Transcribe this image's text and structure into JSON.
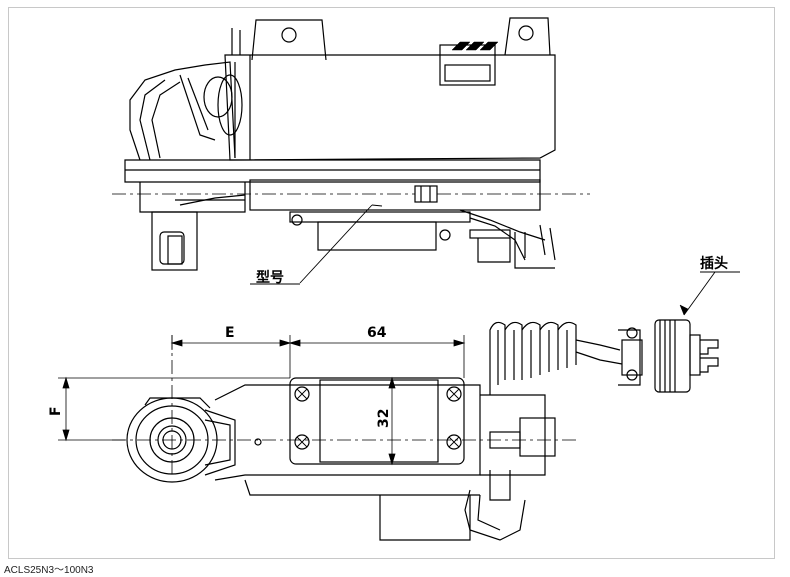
{
  "labels": {
    "model": "型号",
    "plug": "插头",
    "dim_e": "E",
    "dim_64": "64",
    "dim_32": "32",
    "dim_f": "F"
  },
  "caption": "ACLS25N3～100N3"
}
